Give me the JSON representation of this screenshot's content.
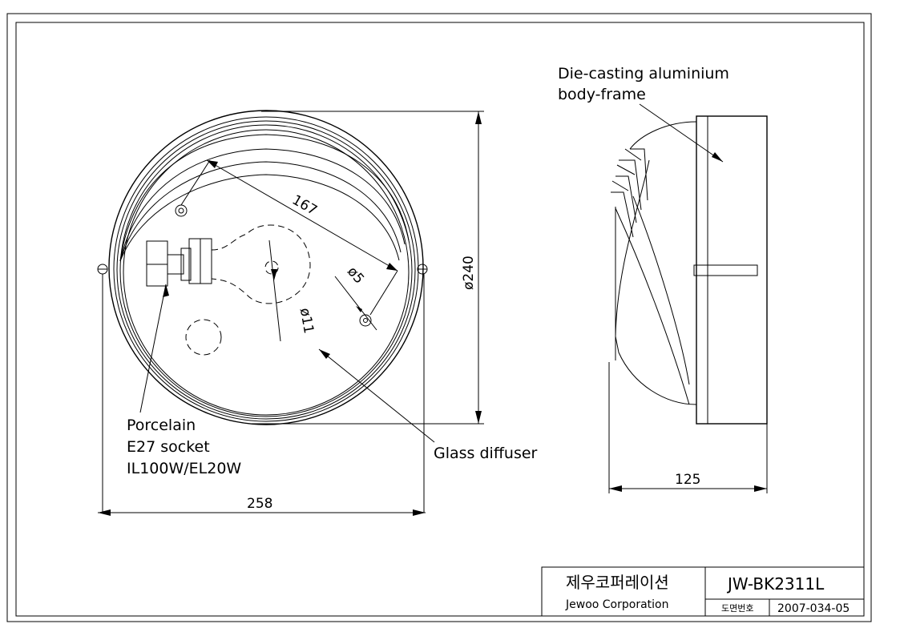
{
  "labels": {
    "die_casting_line1": "Die-casting aluminium",
    "die_casting_line2": "body-frame",
    "porcelain_line1": "Porcelain",
    "porcelain_line2": "E27  socket",
    "porcelain_line3": "IL100W/EL20W",
    "glass_diffuser": "Glass diffuser"
  },
  "dimensions": {
    "width": "258",
    "diameter": "ø240",
    "chord": "167",
    "hole_small": "ø5",
    "hole_center": "ø11",
    "depth": "125"
  },
  "title_block": {
    "company_korean": "제우코퍼레이션",
    "company_english": "Jewoo Corporation",
    "model": "JW-BK2311L",
    "drawing_no_label": "도면번호",
    "drawing_no": "2007-034-05"
  }
}
